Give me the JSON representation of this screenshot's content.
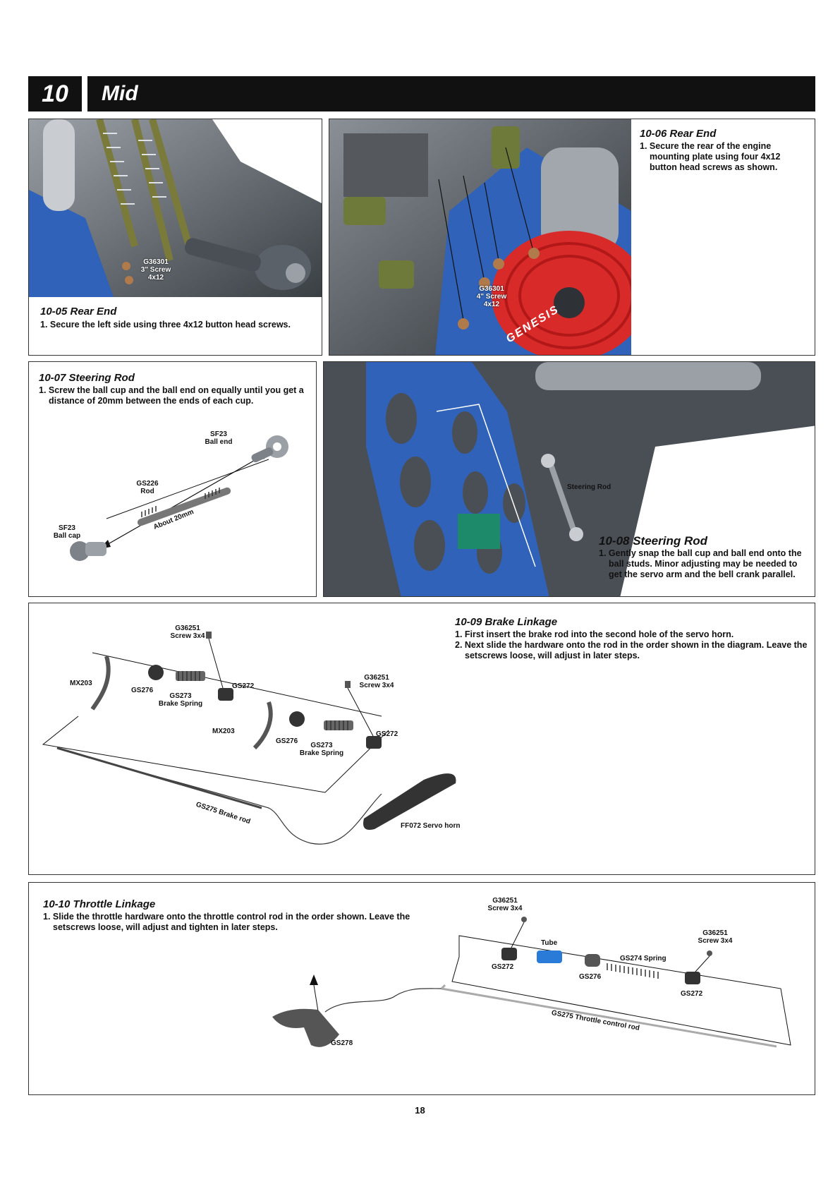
{
  "header": {
    "number": "10",
    "title": "Mid"
  },
  "steps": {
    "s1005": {
      "title": "10-05  Rear End",
      "lines": [
        "1. Secure the left side using three 4x12 button head screws."
      ]
    },
    "s1006": {
      "title": "10-06  Rear End",
      "lines": [
        "1. Secure the rear of the engine mounting plate using four 4x12 button head screws as shown."
      ]
    },
    "s1007": {
      "title": "10-07  Steering Rod",
      "lines": [
        "1. Screw the ball cup and the ball end on equally until you get a distance of 20mm between the ends of each cup."
      ]
    },
    "s1008": {
      "title": "10-08  Steering Rod",
      "lines": [
        "1. Gently snap the ball cup and ball end onto the ball studs.  Minor adjusting may be needed to get the servo arm and the bell crank parallel."
      ]
    },
    "s1009": {
      "title": "10-09  Brake Linkage",
      "lines": [
        "1. First insert the brake rod into the second hole of the servo horn.",
        "2. Next slide the hardware onto the rod in the order shown in the diagram. Leave the setscrews loose, will adjust in later steps."
      ]
    },
    "s1010": {
      "title": "10-10  Throttle Linkage",
      "lines": [
        "1. Slide the throttle hardware onto the throttle control rod in the order shown. Leave the setscrews loose, will adjust and tighten in later steps."
      ]
    }
  },
  "labels": {
    "p1005_screw": [
      "G36301",
      "3\" Screw",
      "4x12"
    ],
    "p1006_screw": [
      "G36301",
      "4\" Screw",
      "4x12"
    ],
    "p1006_brand": "GENESIS",
    "p1007_ballend": [
      "SF23",
      "Ball end"
    ],
    "p1007_rod": [
      "GS226",
      "Rod"
    ],
    "p1007_ballcup": [
      "SF23",
      "Ball cap"
    ],
    "p1007_dist": "About 20mm",
    "p1008_rod": "Steering Rod",
    "p1009_screw_a": [
      "G36251",
      "Screw 3x4"
    ],
    "p1009_screw_b": [
      "G36251",
      "Screw 3x4"
    ],
    "p1009_mx203_a": "MX203",
    "p1009_gs276_a": "GS276",
    "p1009_gs273_a": [
      "GS273",
      "Brake Spring"
    ],
    "p1009_gs272_a": "GS272",
    "p1009_mx203_b": "MX203",
    "p1009_gs276_b": "GS276",
    "p1009_gs273_b": [
      "GS273",
      "Brake Spring"
    ],
    "p1009_gs272_b": "GS272",
    "p1009_rod": "GS275 Brake rod",
    "p1009_horn": "FF072 Servo horn",
    "p1010_screw_a": [
      "G36251",
      "Screw 3x4"
    ],
    "p1010_screw_b": [
      "G36251",
      "Screw 3x4"
    ],
    "p1010_tube": "Tube",
    "p1010_gs272_a": "GS272",
    "p1010_gs276": "GS276",
    "p1010_spring": "GS274 Spring",
    "p1010_gs272_b": "GS272",
    "p1010_rod": "GS275 Throttle control rod",
    "p1010_gs278": "GS278"
  },
  "page_number": "18",
  "colors": {
    "frame_blue": "#2f62b8",
    "header_black": "#111111",
    "flywheel_red": "#d92a2a",
    "spring_olive": "#7a7a3a",
    "tube_blue": "#2a7ad8"
  }
}
